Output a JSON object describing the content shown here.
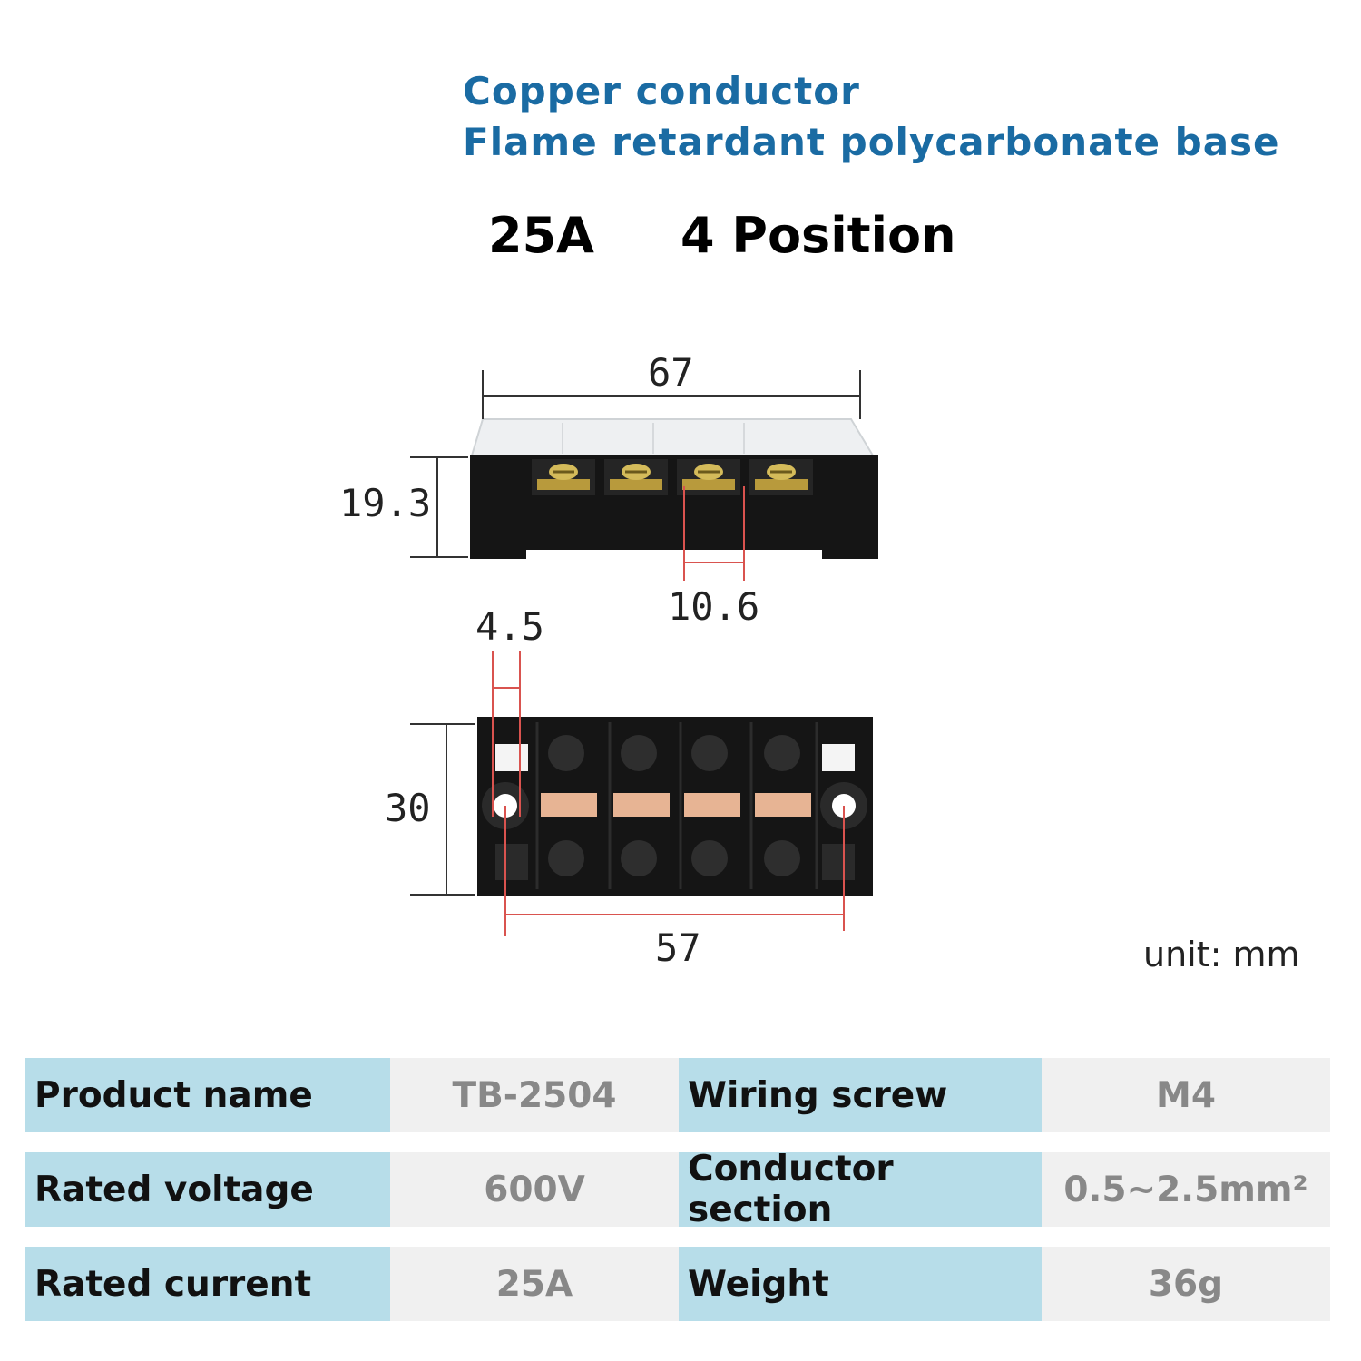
{
  "header": {
    "line1": "Copper conductor",
    "line2": "Flame retardant polycarbonate base",
    "rating": "25A",
    "position": "4 Position"
  },
  "dimensions": {
    "length": "67",
    "height": "19.3",
    "pitch": "10.6",
    "hole_diameter": "4.5",
    "width": "30",
    "mounting_distance": "57",
    "unit": "unit: mm"
  },
  "specs": [
    {
      "label1": "Product name",
      "value1": "TB-2504",
      "label2": "Wiring screw",
      "value2": "M4"
    },
    {
      "label1": "Rated voltage",
      "value1": "600V",
      "label2": "Conductor section",
      "value2": "0.5~2.5mm²"
    },
    {
      "label1": "Rated current",
      "value1": "25A",
      "label2": "Weight",
      "value2": "36g"
    }
  ],
  "colors": {
    "headline": "#1a6ba3",
    "label_cell": "#b7dde9",
    "value_cell": "#f0f0f0",
    "dimension_line_red": "#d9534f"
  }
}
